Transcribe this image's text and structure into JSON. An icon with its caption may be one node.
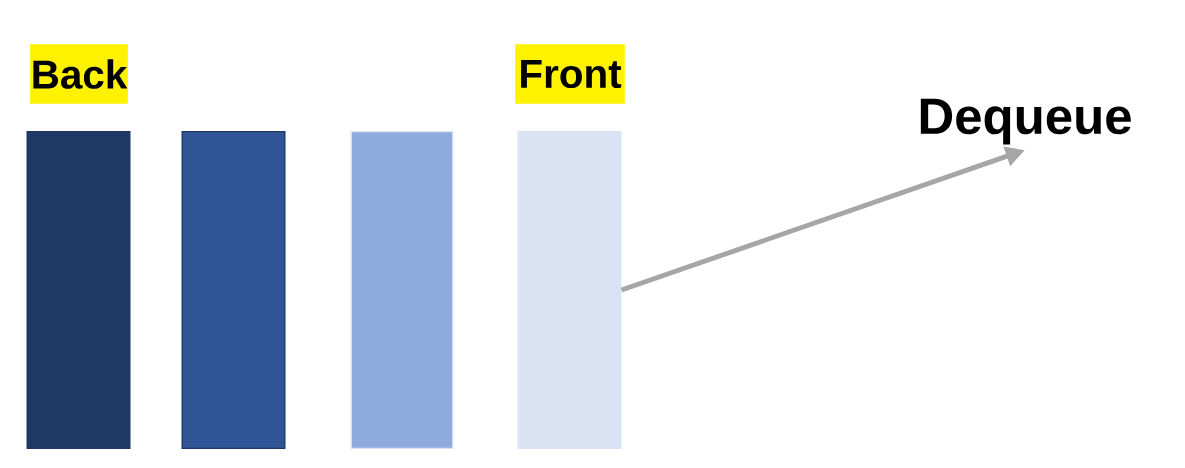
{
  "diagram": {
    "nodes": [
      {
        "text": [
          "Back"
        ]
      },
      {
        "text": [
          "Front"
        ]
      },
      {
        "text": [
          "Dequeue"
        ]
      },
      {
        "text": [],
        "shape": "bar"
      },
      {
        "text": [],
        "shape": "bar"
      },
      {
        "text": [],
        "shape": "bar"
      },
      {
        "text": [],
        "shape": "bar"
      }
    ],
    "edges": [
      {
        "from": 6,
        "to": 2,
        "arrow": "to",
        "color": "#a6a6a6"
      }
    ]
  }
}
